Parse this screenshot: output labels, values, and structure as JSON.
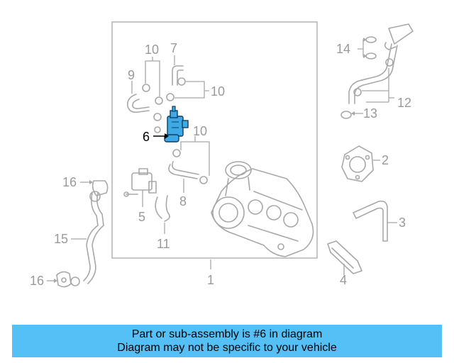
{
  "callouts": {
    "c1": "1",
    "c2": "2",
    "c3": "3",
    "c4": "4",
    "c5": "5",
    "c6": "6",
    "c7": "7",
    "c8": "8",
    "c9": "9",
    "c10a": "10",
    "c10b": "10",
    "c10c": "10",
    "c11": "11",
    "c12": "12",
    "c13": "13",
    "c14": "14",
    "c15": "15",
    "c16a": "16",
    "c16b": "16"
  },
  "banner": {
    "line1": "Part or sub-assembly is #6 in diagram",
    "line2": "Diagram may not be specific to your vehicle"
  },
  "colors": {
    "highlight_part": "#3fa9e6",
    "banner_bg": "#54c0f5",
    "linework": "#a8a8a8"
  }
}
